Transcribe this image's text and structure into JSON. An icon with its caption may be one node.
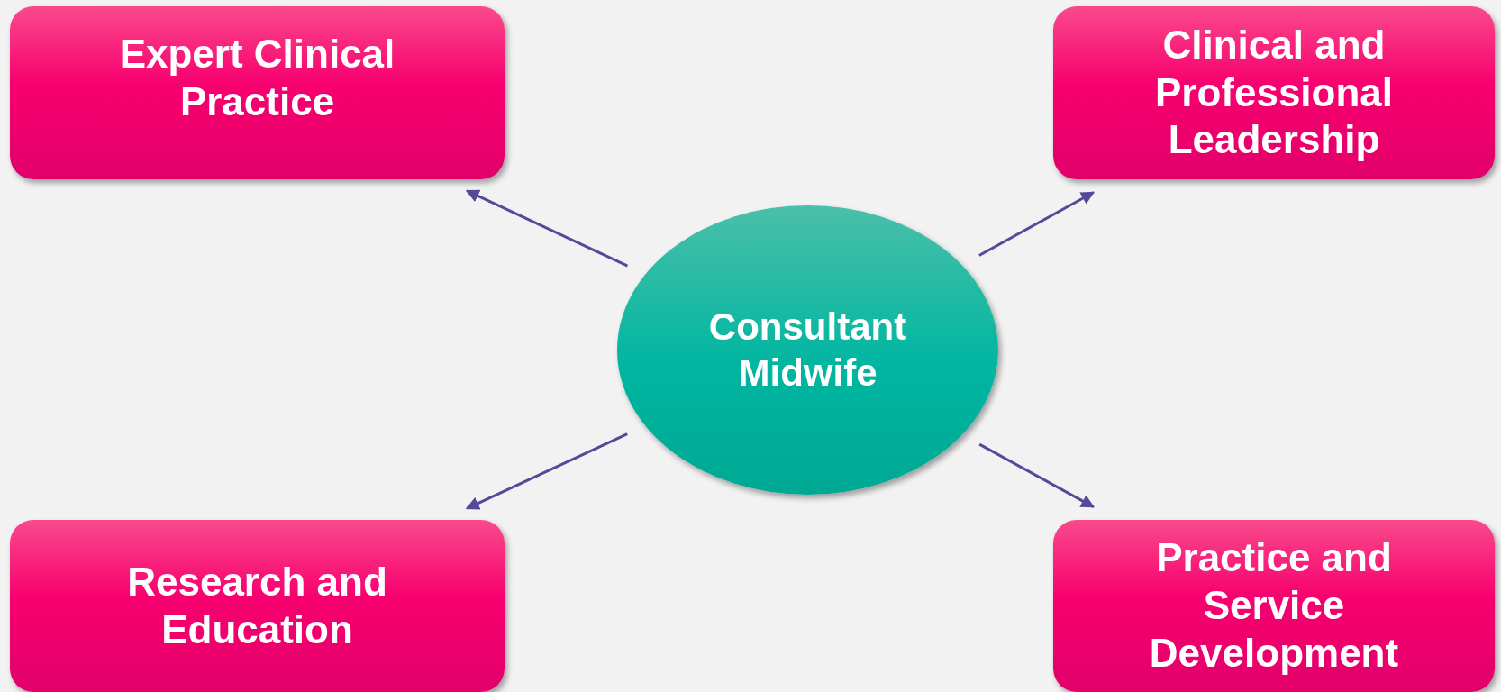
{
  "diagram": {
    "nodes": [
      {
        "text": [
          "Consultant Midwife"
        ]
      },
      {
        "text": [
          "Expert Clinical Practice"
        ]
      },
      {
        "text": [
          "Clinical and Professional Leadership"
        ]
      },
      {
        "text": [
          "Research and Education"
        ]
      },
      {
        "text": [
          "Practice and Service Development"
        ]
      }
    ],
    "edges": [
      {
        "from": 0,
        "to": 1,
        "arrow": "to"
      },
      {
        "from": 0,
        "to": 2,
        "arrow": "to"
      },
      {
        "from": 0,
        "to": 3,
        "arrow": "to"
      },
      {
        "from": 0,
        "to": 4,
        "arrow": "to"
      }
    ]
  }
}
